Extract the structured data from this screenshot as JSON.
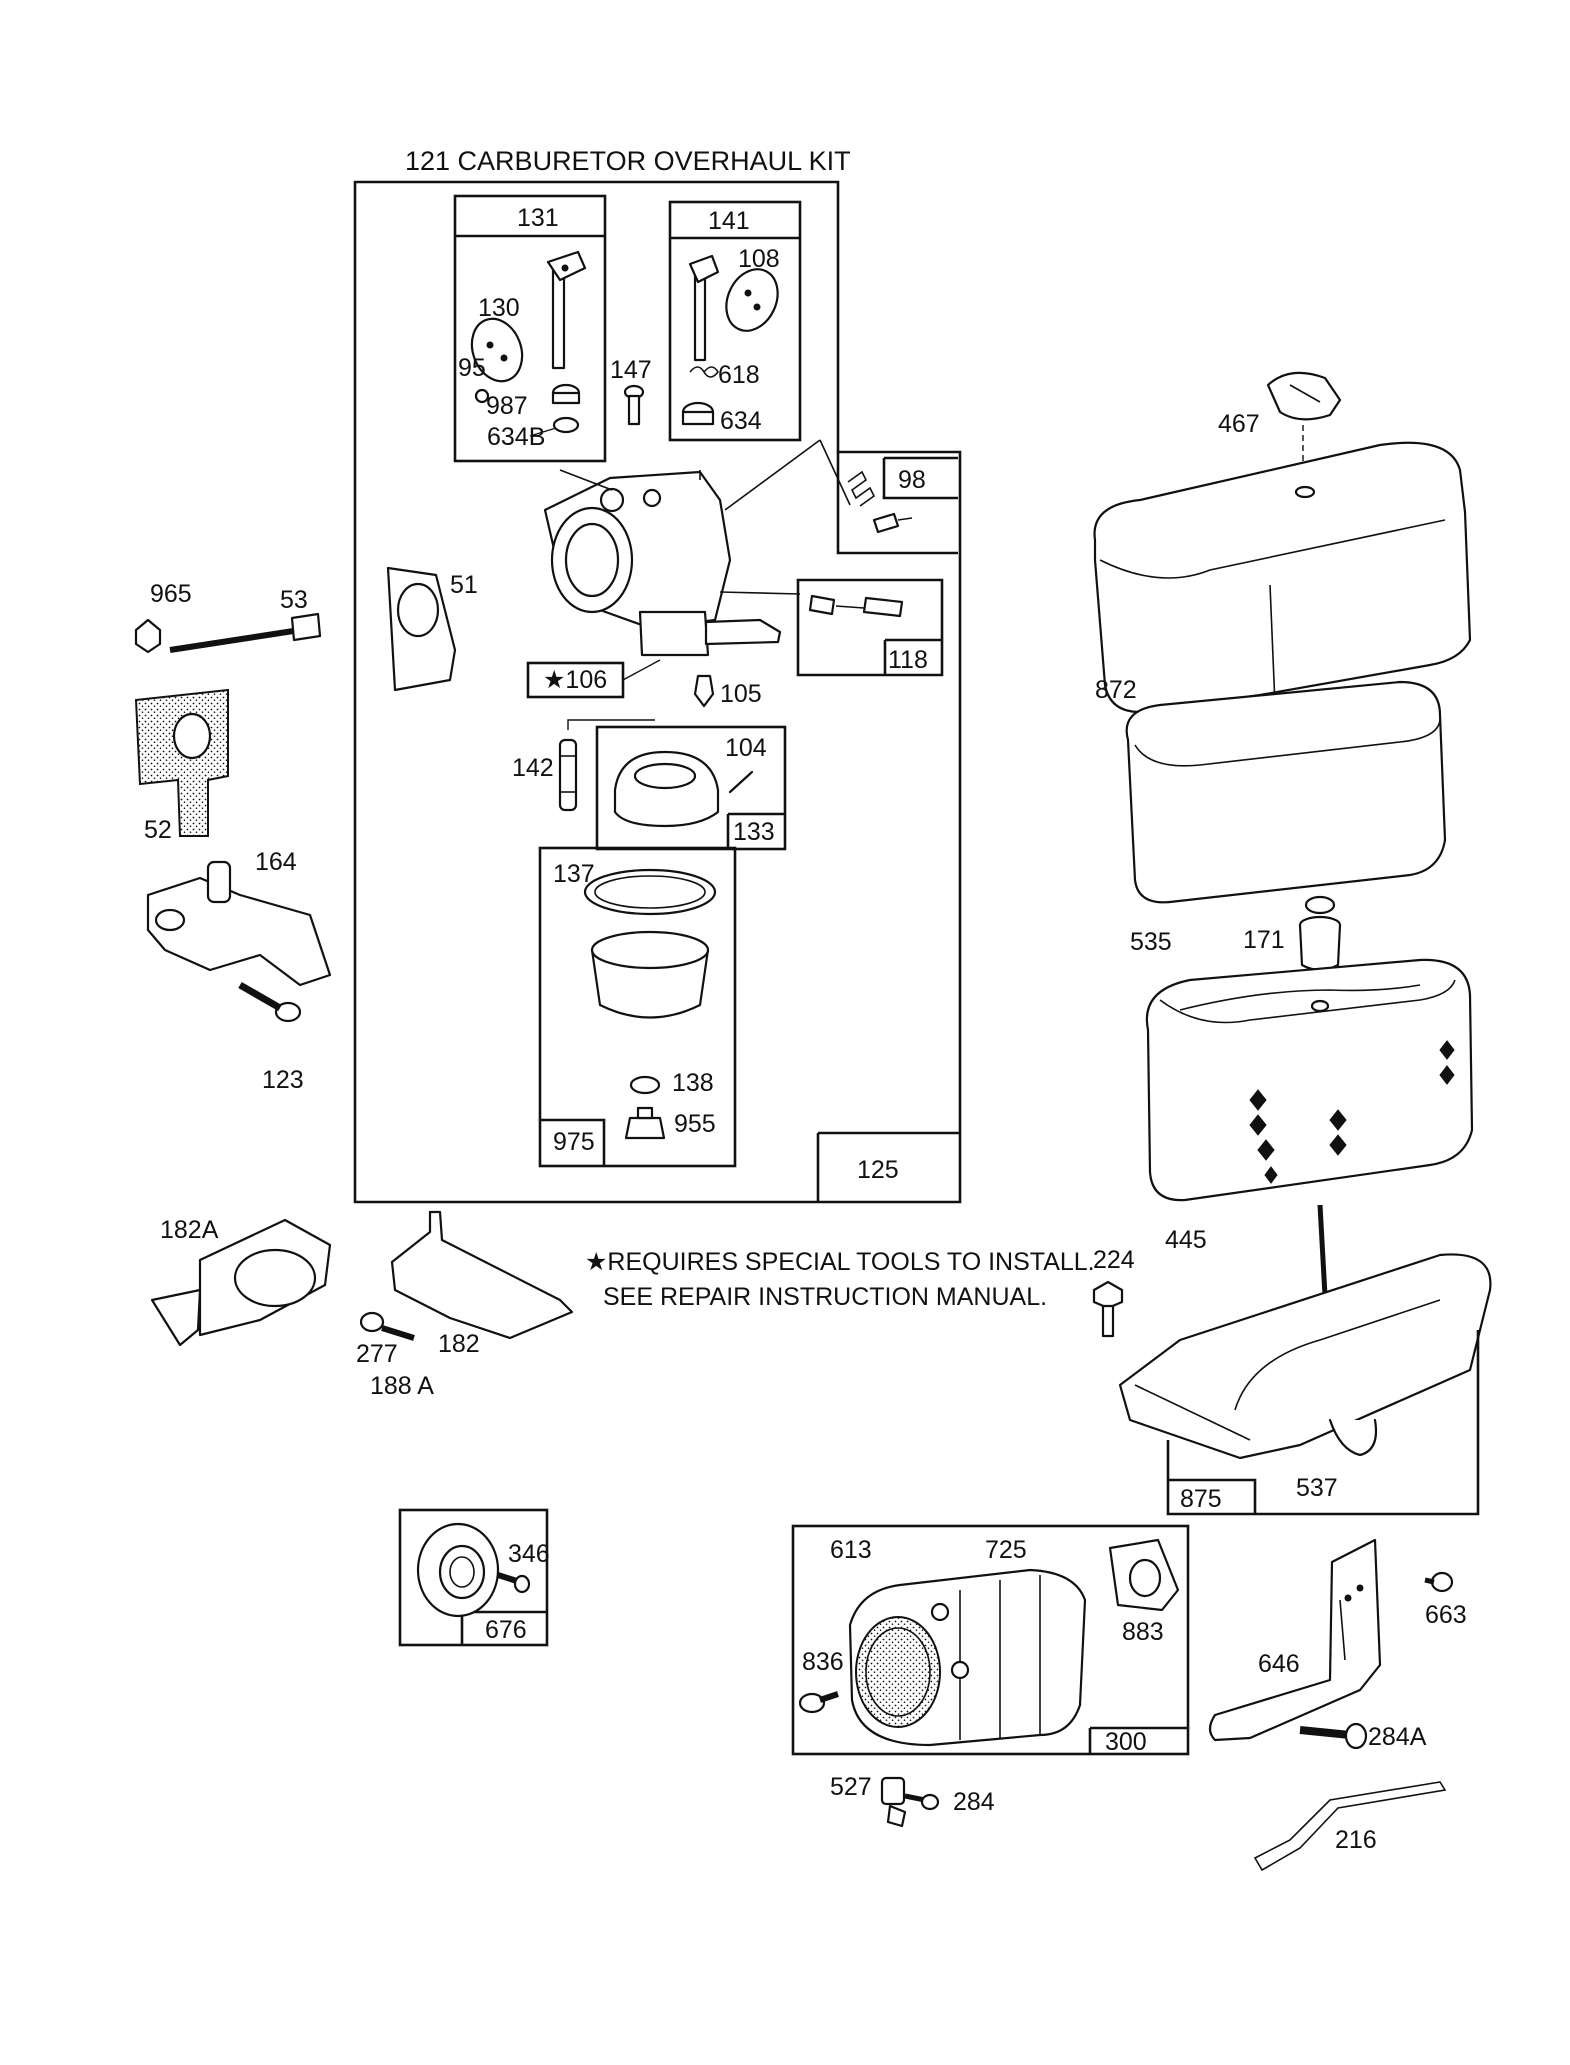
{
  "diagram": {
    "kit_title": "121 CARBURETOR OVERHAUL KIT",
    "note_line1": "★REQUIRES SPECIAL TOOLS TO INSTALL.",
    "note_line2": "SEE REPAIR INSTRUCTION MANUAL.",
    "box_labels": {
      "b131": "131",
      "b141": "141",
      "b98": "98",
      "b118": "118",
      "b106": "★106",
      "b133": "133",
      "b975": "975",
      "b125": "125",
      "b875": "875",
      "b676": "676",
      "b300": "300"
    },
    "part_labels": {
      "p130": "130",
      "p95": "95",
      "p987": "987",
      "p634b": "634B",
      "p147": "147",
      "p108": "108",
      "p618": "618",
      "p634": "634",
      "p965": "965",
      "p53": "53",
      "p51": "51",
      "p105": "105",
      "p142": "142",
      "p104": "104",
      "p52": "52",
      "p164": "164",
      "p123": "123",
      "p137": "137",
      "p138": "138",
      "p955": "955",
      "p182a": "182A",
      "p277": "277",
      "p182": "182",
      "p188a": "188 A",
      "p467": "467",
      "p872": "872",
      "p535": "535",
      "p171": "171",
      "p445": "445",
      "p224": "224",
      "p537": "537",
      "p346": "346",
      "p613": "613",
      "p725": "725",
      "p883": "883",
      "p836": "836",
      "p646": "646",
      "p663": "663",
      "p284a": "284A",
      "p527": "527",
      "p284": "284",
      "p216": "216"
    }
  }
}
